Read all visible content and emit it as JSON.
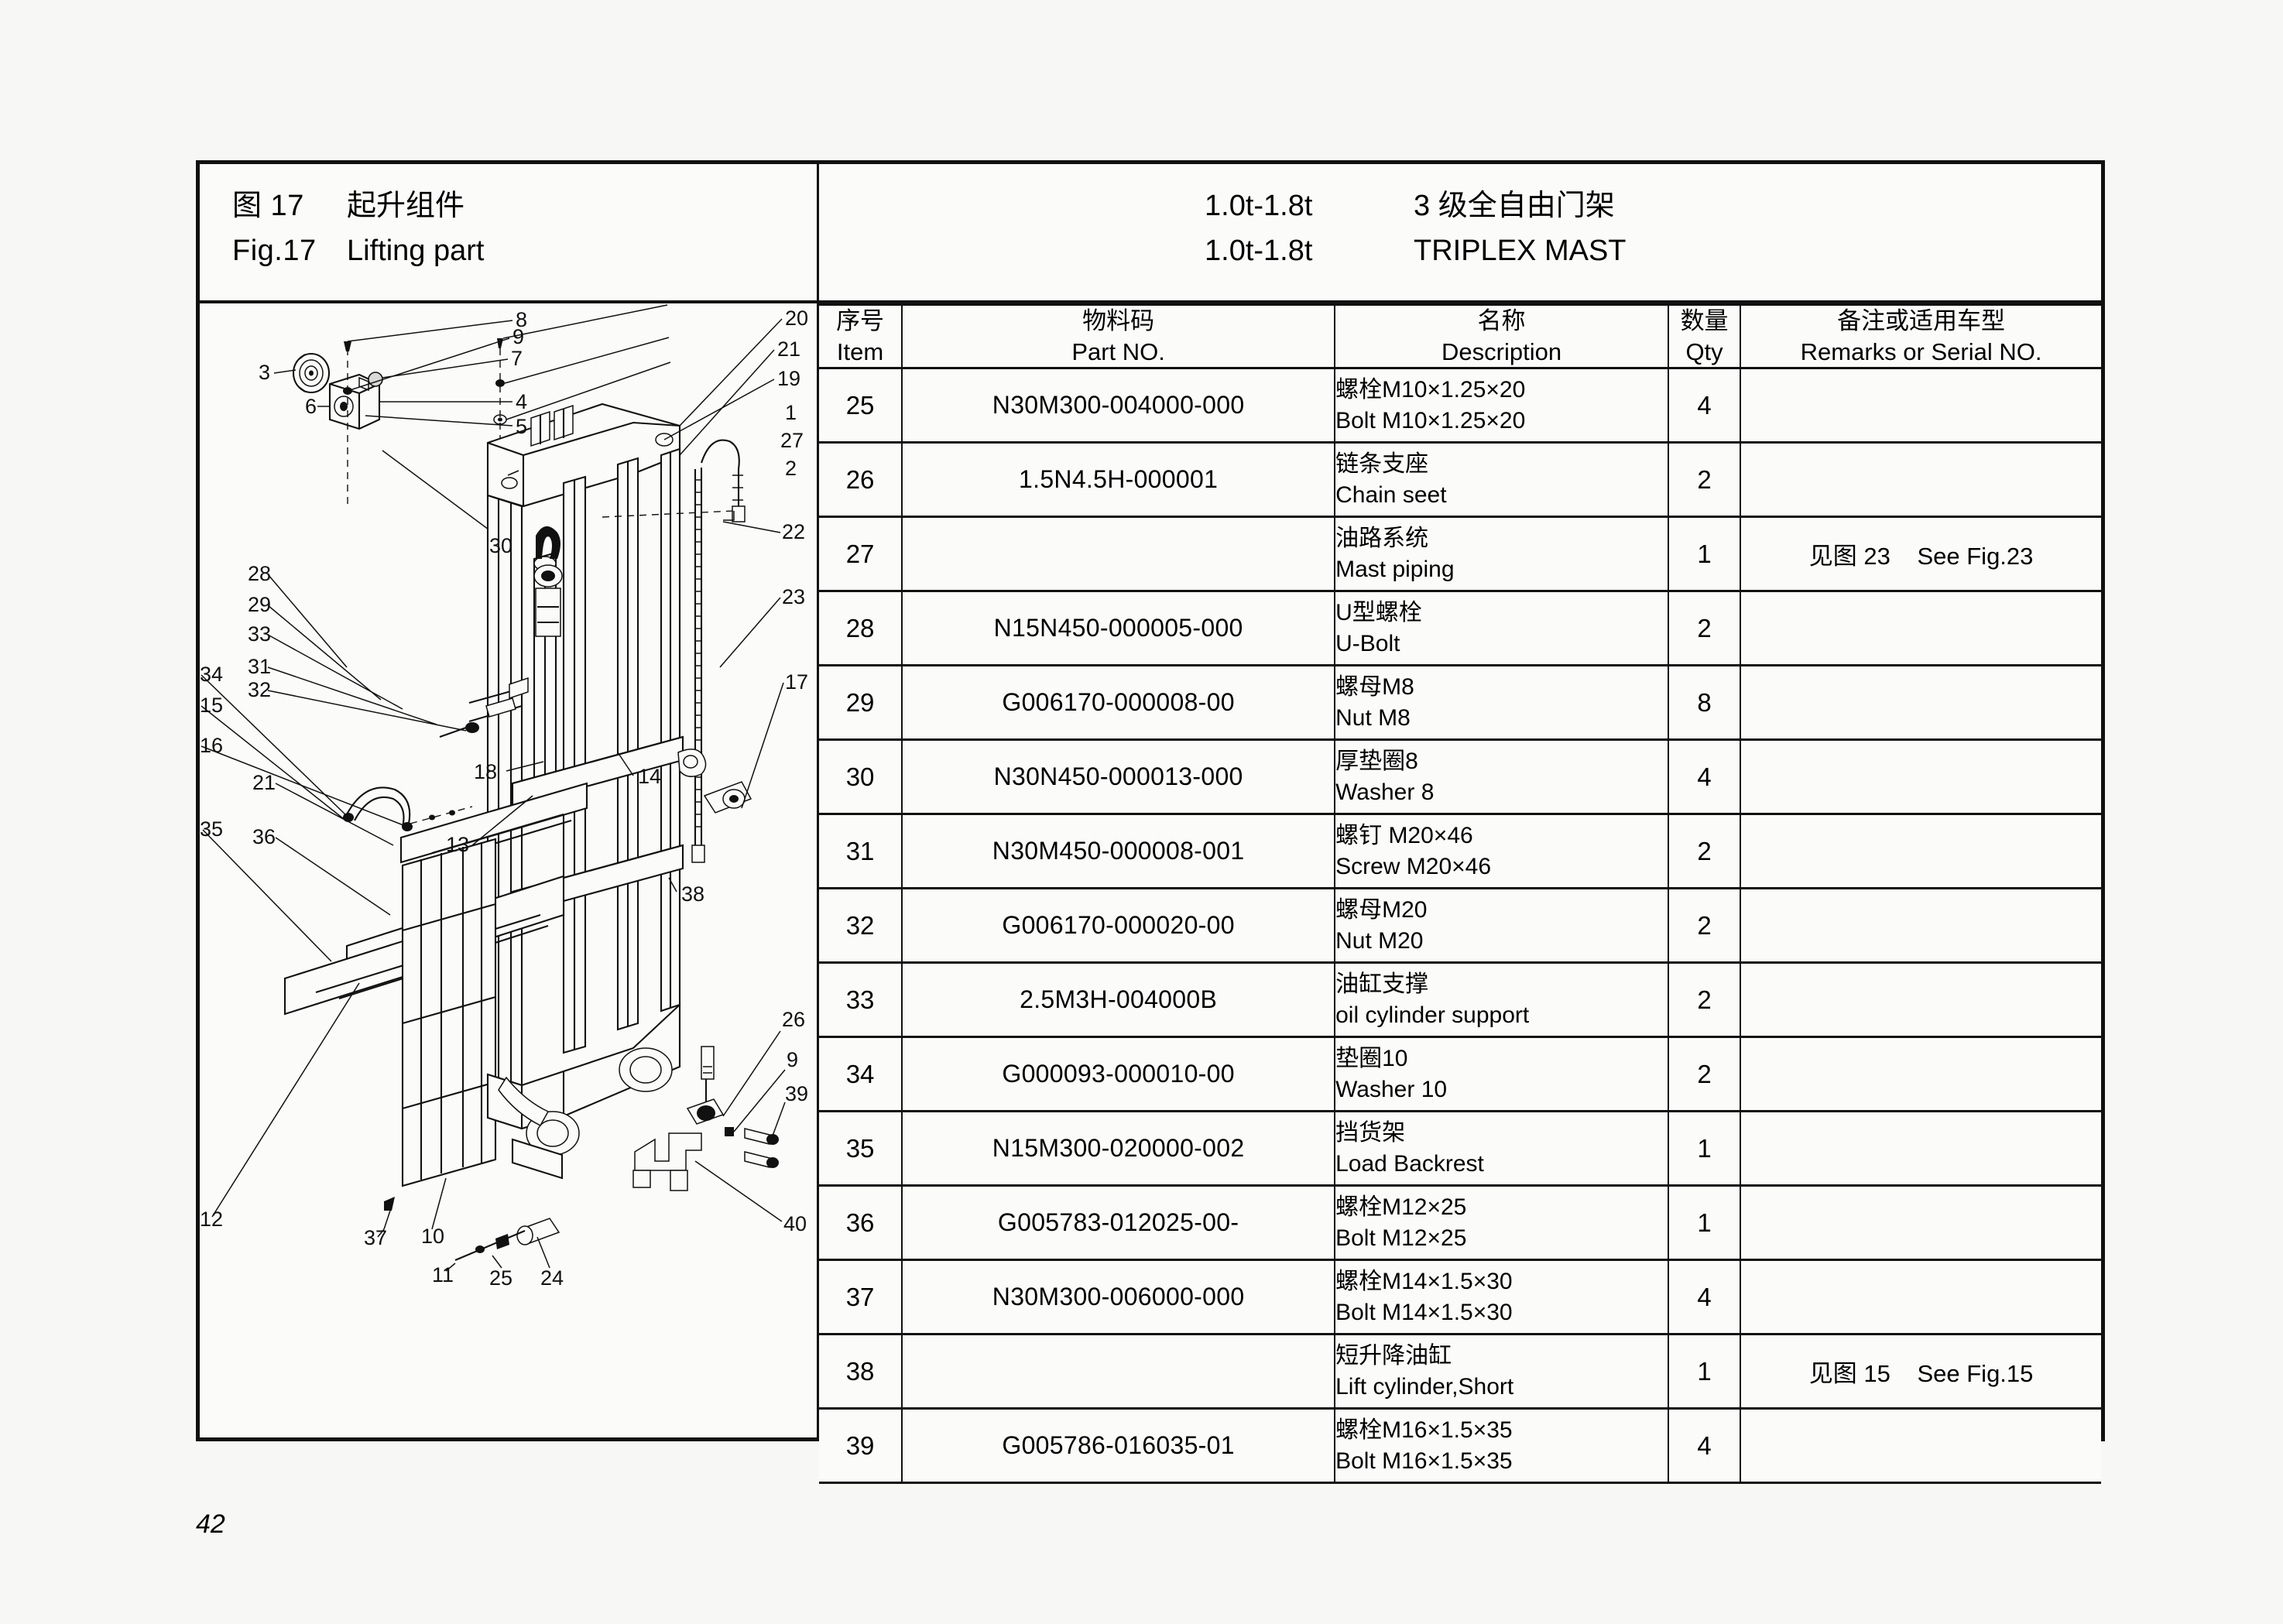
{
  "page": {
    "number": "42",
    "background": "#f7f7f5",
    "ink": "#111111"
  },
  "title": {
    "left": {
      "fig_cn_label": "图 17",
      "fig_cn_name": "起升组件",
      "fig_en_label": "Fig.17",
      "fig_en_name": "Lifting part"
    },
    "right": {
      "model_cn": "1.0t-1.8t",
      "mast_cn": "3 级全自由门架",
      "model_en": "1.0t-1.8t",
      "mast_en": "TRIPLEX MAST"
    }
  },
  "table": {
    "headers": [
      {
        "cn": "序号",
        "en": "Item"
      },
      {
        "cn": "物料码",
        "en": "Part NO."
      },
      {
        "cn": "名称",
        "en": "Description"
      },
      {
        "cn": "数量",
        "en": "Qty"
      },
      {
        "cn": "备注或适用车型",
        "en": "Remarks or Serial NO."
      }
    ],
    "rows": [
      {
        "item": "25",
        "part_no": "N30M300-004000-000",
        "desc_cn": "螺栓M10×1.25×20",
        "desc_en": "Bolt M10×1.25×20",
        "qty": "4",
        "remark_cn": "",
        "remark_en": ""
      },
      {
        "item": "26",
        "part_no": "1.5N4.5H-000001",
        "desc_cn": "链条支座",
        "desc_en": "Chain seet",
        "qty": "2",
        "remark_cn": "",
        "remark_en": ""
      },
      {
        "item": "27",
        "part_no": "",
        "desc_cn": "油路系统",
        "desc_en": "Mast piping",
        "qty": "1",
        "remark_cn": "见图 23",
        "remark_en": "See Fig.23"
      },
      {
        "item": "28",
        "part_no": "N15N450-000005-000",
        "desc_cn": "U型螺栓",
        "desc_en": "U-Bolt",
        "qty": "2",
        "remark_cn": "",
        "remark_en": ""
      },
      {
        "item": "29",
        "part_no": "G006170-000008-00",
        "desc_cn": "螺母M8",
        "desc_en": "Nut M8",
        "qty": "8",
        "remark_cn": "",
        "remark_en": ""
      },
      {
        "item": "30",
        "part_no": "N30N450-000013-000",
        "desc_cn": "厚垫圈8",
        "desc_en": "Washer 8",
        "qty": "4",
        "remark_cn": "",
        "remark_en": ""
      },
      {
        "item": "31",
        "part_no": "N30M450-000008-001",
        "desc_cn": "螺钉 M20×46",
        "desc_en": "Screw M20×46",
        "qty": "2",
        "remark_cn": "",
        "remark_en": ""
      },
      {
        "item": "32",
        "part_no": "G006170-000020-00",
        "desc_cn": "螺母M20",
        "desc_en": "Nut M20",
        "qty": "2",
        "remark_cn": "",
        "remark_en": ""
      },
      {
        "item": "33",
        "part_no": "2.5M3H-004000B",
        "desc_cn": "油缸支撑",
        "desc_en": "oil cylinder support",
        "qty": "2",
        "remark_cn": "",
        "remark_en": ""
      },
      {
        "item": "34",
        "part_no": "G000093-000010-00",
        "desc_cn": "垫圈10",
        "desc_en": "Washer 10",
        "qty": "2",
        "remark_cn": "",
        "remark_en": ""
      },
      {
        "item": "35",
        "part_no": "N15M300-020000-002",
        "desc_cn": "挡货架",
        "desc_en": "Load Backrest",
        "qty": "1",
        "remark_cn": "",
        "remark_en": ""
      },
      {
        "item": "36",
        "part_no": "G005783-012025-00-",
        "desc_cn": "螺栓M12×25",
        "desc_en": "Bolt M12×25",
        "qty": "1",
        "remark_cn": "",
        "remark_en": ""
      },
      {
        "item": "37",
        "part_no": "N30M300-006000-000",
        "desc_cn": "螺栓M14×1.5×30",
        "desc_en": "Bolt M14×1.5×30",
        "qty": "4",
        "remark_cn": "",
        "remark_en": ""
      },
      {
        "item": "38",
        "part_no": "",
        "desc_cn": "短升降油缸",
        "desc_en": "Lift cylinder,Short",
        "qty": "1",
        "remark_cn": "见图 15",
        "remark_en": "See Fig.15"
      },
      {
        "item": "39",
        "part_no": "G005786-016035-01",
        "desc_cn": "螺栓M16×1.5×35",
        "desc_en": "Bolt M16×1.5×35",
        "qty": "4",
        "remark_cn": "",
        "remark_en": ""
      }
    ]
  },
  "drawing": {
    "type": "exploded-assembly-diagram",
    "subject": "forklift triplex mast lifting assembly",
    "callouts": [
      "1",
      "2",
      "3",
      "4",
      "5",
      "6",
      "7",
      "8",
      "9",
      "10",
      "11",
      "12",
      "13",
      "14",
      "15",
      "16",
      "17",
      "18",
      "19",
      "20",
      "21",
      "22",
      "23",
      "24",
      "25",
      "26",
      "27",
      "28",
      "29",
      "30",
      "31",
      "32",
      "33",
      "34",
      "35",
      "36",
      "37",
      "38",
      "39",
      "40"
    ]
  }
}
